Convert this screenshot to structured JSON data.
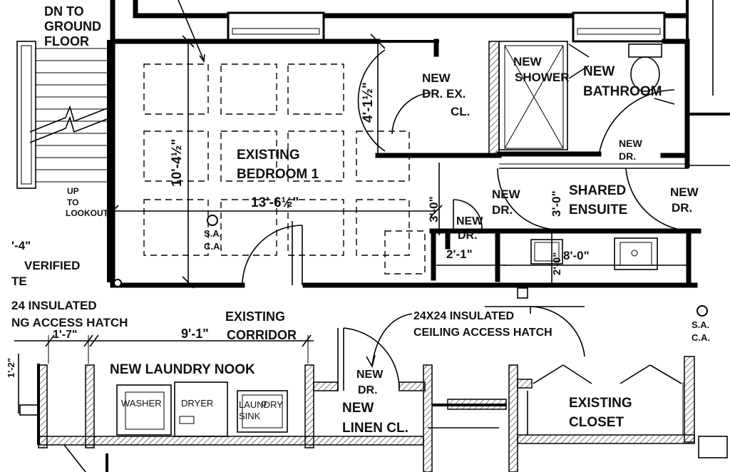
{
  "labels": {
    "dn_to": "DN TO",
    "ground": "GROUND",
    "floor": "FLOOR",
    "up": "UP",
    "to": "TO",
    "lookout": "LOOKOUT",
    "new_dr_ex": "NEW",
    "dr_ex": "DR. EX.",
    "cl": "CL.",
    "new_shower_1": "NEW",
    "new_shower_2": "SHOWER",
    "new_bath_1": "NEW",
    "new_bath_2": "BATHROOM",
    "existing_1": "EXISTING",
    "bedroom_1": "BEDROOM  1",
    "new_dr_a1": "NEW",
    "new_dr_a2": "DR.",
    "shared_1": "SHARED",
    "shared_2": "ENSUITE",
    "new_dr_b1": "NEW",
    "new_dr_b2": "DR.",
    "new_dr_c1": "NEW",
    "new_dr_c2": "DR.",
    "new_dr_d1": "NEW",
    "new_dr_d2": "DR.",
    "sa_1": "S.A.",
    "ca_1": "C.A.",
    "sa_2": "S.A.",
    "ca_2": "C.A.",
    "verified": "VERIFIED",
    "te": "TE",
    "hatch_left_1": "24 INSULATED",
    "hatch_left_2": "NG  ACCESS HATCH",
    "hatch_right_1": "24X24 INSULATED",
    "hatch_right_2": "CEILING ACCESS HATCH",
    "corridor_1": "EXISTING",
    "corridor_2": "CORRIDOR",
    "laundry": "NEW LAUNDRY NOOK",
    "washer": "WASHER",
    "dryer": "DRYER",
    "sink_1": "LAUNDRY",
    "sink_2": "SINK",
    "linen_dr_1": "NEW",
    "linen_dr_2": "DR.",
    "linen_1": "NEW",
    "linen_2": "LINEN CL.",
    "closet_1": "EXISTING",
    "closet_2": "CLOSET"
  },
  "dimensions": {
    "bed_height": "10'-4½\"",
    "bed_width": "13'-6½\"",
    "closet_depth": "4'-1½\"",
    "hall_3": "3'-0\"",
    "hall_3b": "3'-0\"",
    "ens_2_1": "2'-1\"",
    "ens_8": "8'-0\"",
    "ens_2_0": "2'-0\"",
    "corr_9_1": "9'-1\"",
    "nook_1_7": "1'-7\"",
    "left_edge": "'-4\"",
    "left_1_2": "1'-2\""
  },
  "colors": {
    "line": "#000000",
    "background": "#ffffff"
  }
}
